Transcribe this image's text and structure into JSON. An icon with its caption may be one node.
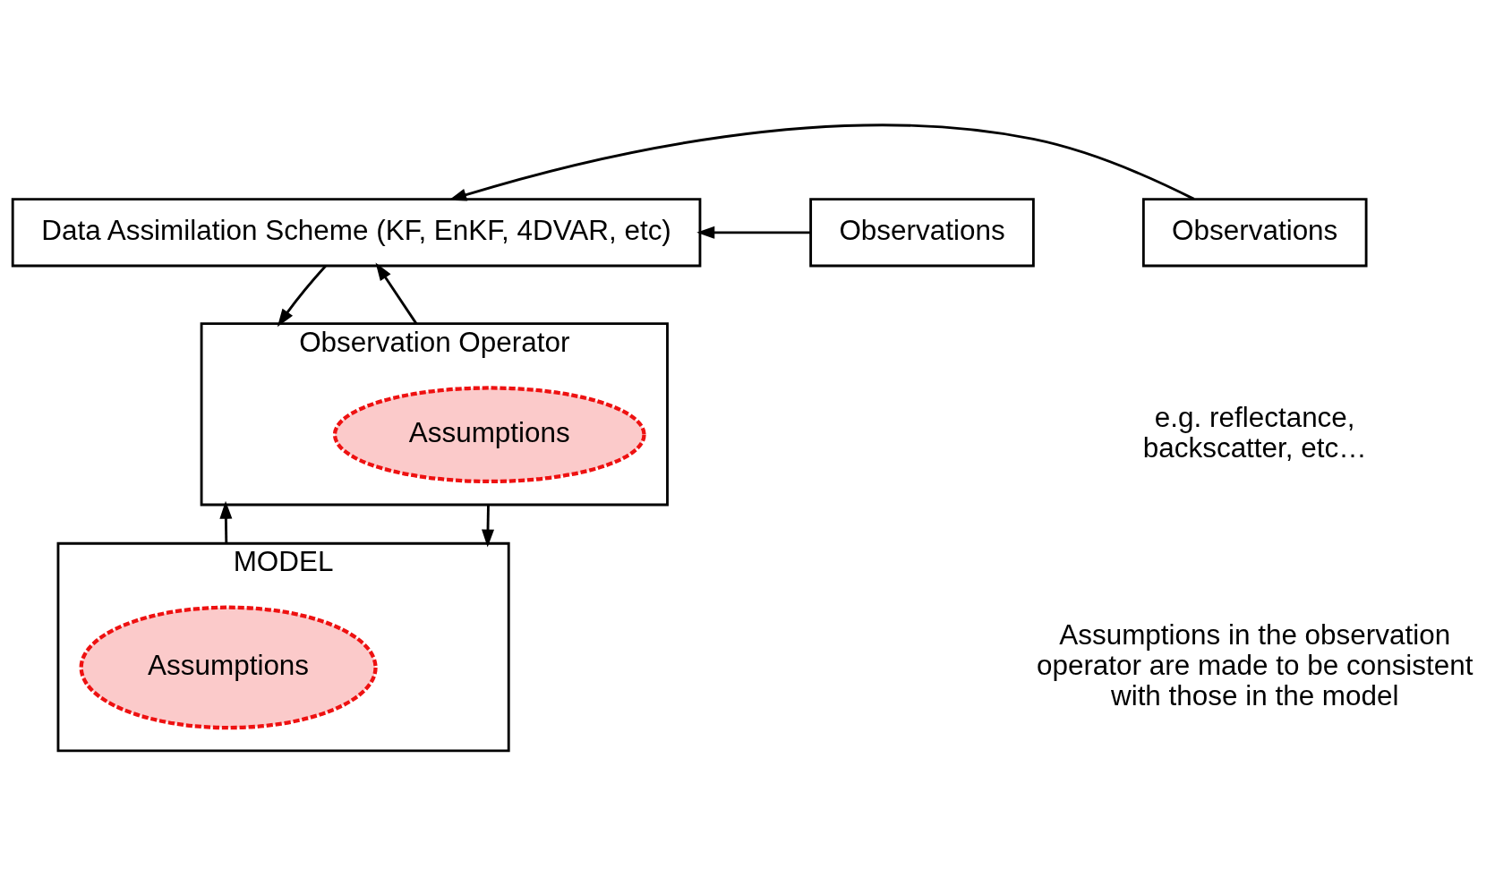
{
  "diagram": {
    "nodes": [
      {
        "text": [
          "Data Assimilation Scheme (KF, EnKF, 4DVAR, etc)"
        ]
      },
      {
        "text": [
          "Observations"
        ]
      },
      {
        "text": [
          "Observations"
        ]
      },
      {
        "text": [
          "Observation Operator"
        ]
      },
      {
        "text": [
          "Assumptions"
        ],
        "in": 3
      },
      {
        "text": [
          "MODEL"
        ]
      },
      {
        "text": [
          "Assumptions"
        ],
        "in": 5
      }
    ],
    "edges": [
      {
        "from": 1,
        "to": 0,
        "arrow": "to"
      },
      {
        "from": 2,
        "to": 0,
        "arrow": "to"
      },
      {
        "from": 3,
        "to": 0,
        "arrow": "to"
      },
      {
        "from": 0,
        "to": 3,
        "arrow": "to"
      },
      {
        "from": 5,
        "to": 3,
        "arrow": "to"
      },
      {
        "from": 3,
        "to": 5,
        "arrow": "to"
      }
    ],
    "labels": [
      "e.g. reflectance, backscatter, etc…",
      "Assumptions in the observation operator are made to be consistent with those in the model"
    ]
  }
}
